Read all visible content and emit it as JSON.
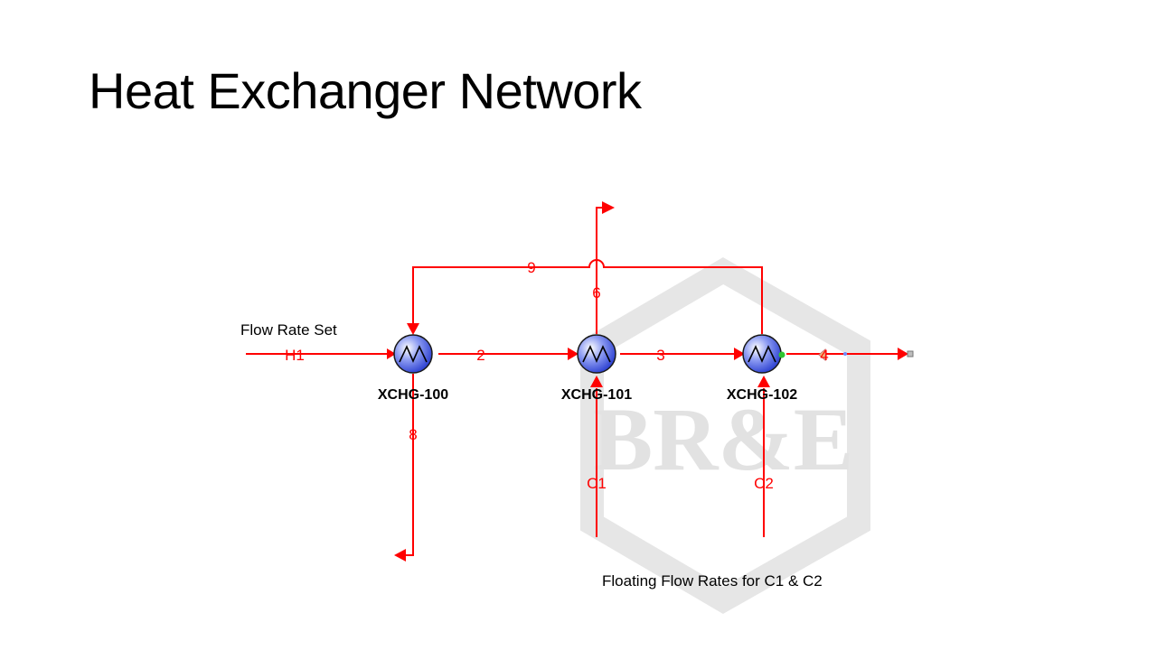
{
  "slide": {
    "title": "Heat Exchanger Network",
    "notes": {
      "flow_rate_set": "Flow Rate Set",
      "floating_flow_rates": "Floating Flow Rates for C1 & C2"
    }
  },
  "diagram": {
    "units": [
      {
        "id": "XCHG-100"
      },
      {
        "id": "XCHG-101"
      },
      {
        "id": "XCHG-102"
      }
    ],
    "streams": [
      {
        "label": "H1"
      },
      {
        "label": "2"
      },
      {
        "label": "3"
      },
      {
        "label": "4"
      },
      {
        "label": "6"
      },
      {
        "label": "8"
      },
      {
        "label": "9"
      },
      {
        "label": "C1"
      },
      {
        "label": "C2"
      }
    ],
    "watermark": "BR&E",
    "colors": {
      "stream": "#ff0000",
      "exchanger_fill": "#5b6ee8",
      "watermark": "#e0e0e0"
    }
  }
}
